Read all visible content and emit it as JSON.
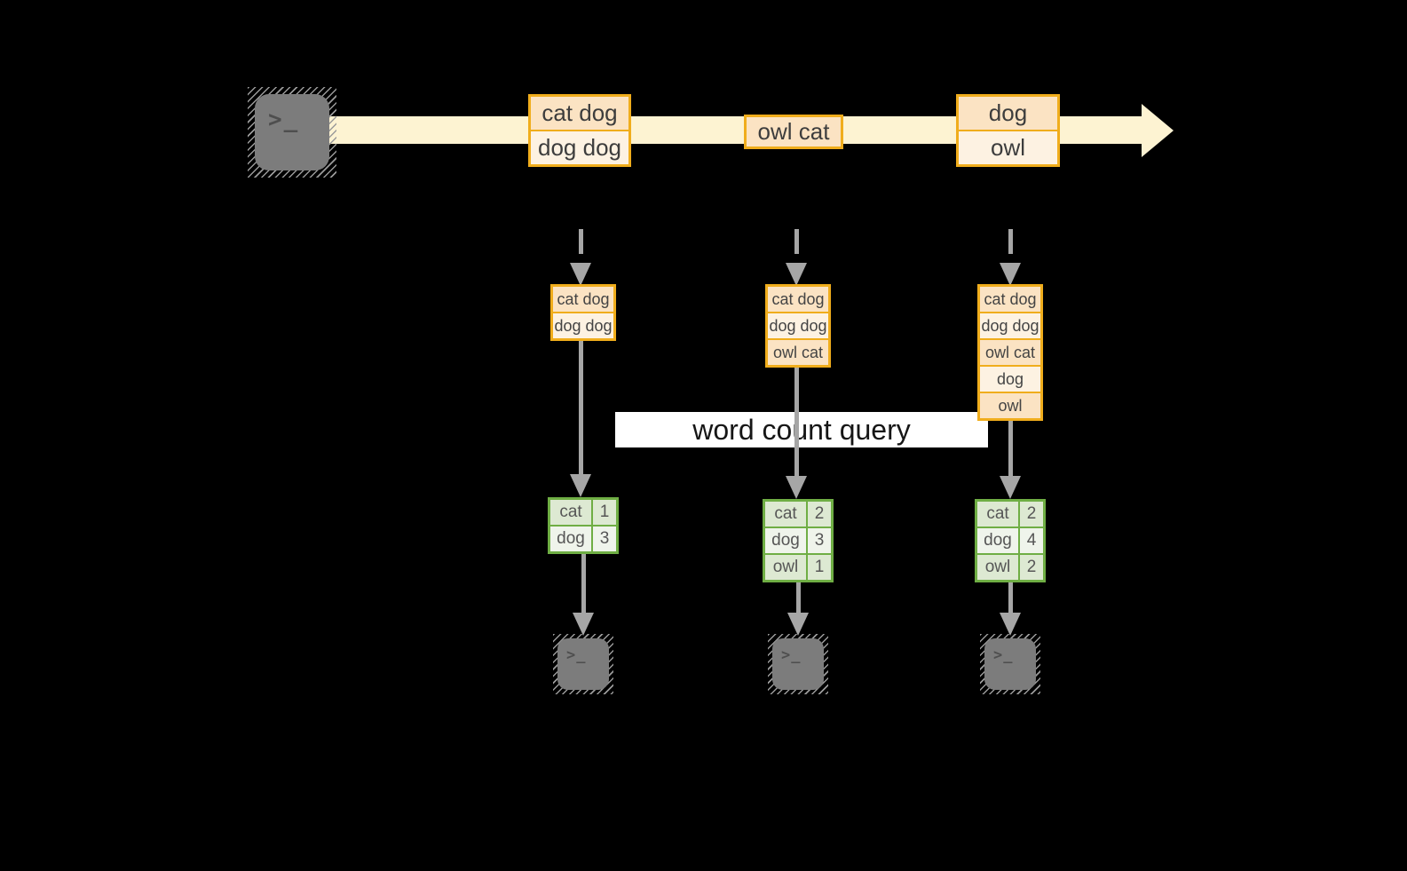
{
  "query_label": "word count query",
  "terminal_glyph": ">_",
  "stream_events": [
    {
      "cells": [
        "cat dog",
        "dog dog"
      ]
    },
    {
      "cells": [
        "owl cat"
      ]
    },
    {
      "cells": [
        "dog",
        "owl"
      ]
    }
  ],
  "columns": [
    {
      "buffer": [
        "cat dog",
        "dog dog"
      ],
      "counts": [
        [
          "cat",
          "1"
        ],
        [
          "dog",
          "3"
        ]
      ]
    },
    {
      "buffer": [
        "cat dog",
        "dog dog",
        "owl cat"
      ],
      "counts": [
        [
          "cat",
          "2"
        ],
        [
          "dog",
          "3"
        ],
        [
          "owl",
          "1"
        ]
      ]
    },
    {
      "buffer": [
        "cat dog",
        "dog dog",
        "owl cat",
        "dog",
        "owl"
      ],
      "counts": [
        [
          "cat",
          "2"
        ],
        [
          "dog",
          "4"
        ],
        [
          "owl",
          "2"
        ]
      ]
    }
  ],
  "colors": {
    "background": "#000000",
    "stream_band": "#fdf3d2",
    "event_border": "#f0ad1c",
    "event_cell_dark": "#fbe3c3",
    "event_cell_light": "#fdf2e2",
    "table_border": "#6fae44",
    "table_row_dark": "#dde9d2",
    "table_row_light": "#eff4eb",
    "arrow": "#a6a6a6",
    "terminal": "#7c7c7c",
    "label_bg": "#ffffff"
  }
}
